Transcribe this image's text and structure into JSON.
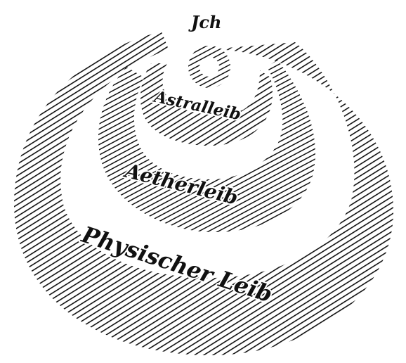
{
  "diagram": {
    "labels": {
      "ich": "Jch",
      "astral": "Astralleib",
      "aether": "Aetherleib",
      "physisch": "Physischer Leib"
    },
    "ink_color": "#111111",
    "paper_color": "#ffffff",
    "style": "hand-hatched concentric crescents"
  }
}
